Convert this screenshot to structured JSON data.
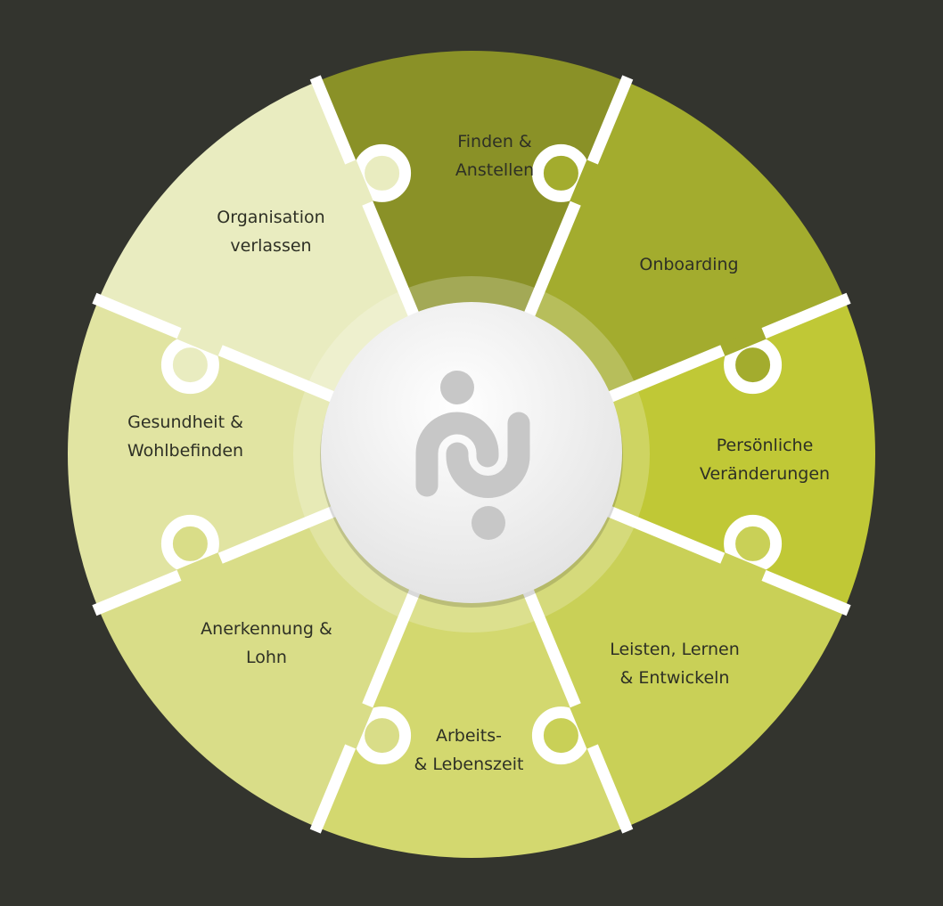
{
  "segments": [
    {
      "label_line1": "Finden &",
      "label_line2": "Anstellen",
      "color": "#8a9127"
    },
    {
      "label_line1": "Onboarding",
      "label_line2": "",
      "color": "#a3ac2e"
    },
    {
      "label_line1": "Persönliche",
      "label_line2": "Veränderungen",
      "color": "#c0c836"
    },
    {
      "label_line1": "Leisten, Lernen",
      "label_line2": "& Entwickeln",
      "color": "#c9d057"
    },
    {
      "label_line1": "Arbeits-",
      "label_line2": "& Lebenszeit",
      "color": "#d3d86f"
    },
    {
      "label_line1": "Anerkennung &",
      "label_line2": "Lohn",
      "color": "#d9dd88"
    },
    {
      "label_line1": "Gesundheit &",
      "label_line2": "Wohlbefinden",
      "color": "#e1e4a2"
    },
    {
      "label_line1": "Organisation",
      "label_line2": "verlassen",
      "color": "#e9ecc0"
    }
  ],
  "background": "#33342e",
  "center_logo": "people-puzzle-logo"
}
